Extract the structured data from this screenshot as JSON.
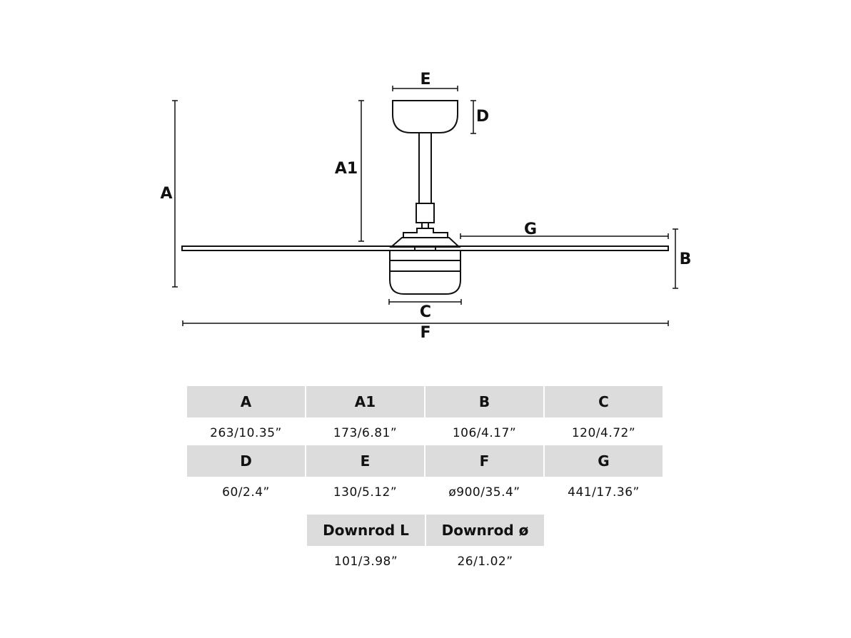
{
  "diagram": {
    "labels": {
      "A": "A",
      "A1": "A1",
      "B": "B",
      "C": "C",
      "D": "D",
      "E": "E",
      "F": "F",
      "G": "G"
    }
  },
  "table": {
    "rows": [
      [
        {
          "h": "A",
          "v": "263/10.35”"
        },
        {
          "h": "A1",
          "v": "173/6.81”"
        },
        {
          "h": "B",
          "v": "106/4.17”"
        },
        {
          "h": "C",
          "v": "120/4.72”"
        }
      ],
      [
        {
          "h": "D",
          "v": "60/2.4”"
        },
        {
          "h": "E",
          "v": "130/5.12”"
        },
        {
          "h": "F",
          "v": "ø900/35.4”"
        },
        {
          "h": "G",
          "v": "441/17.36”"
        }
      ],
      [
        {
          "h": "Downrod L",
          "v": "101/3.98”"
        },
        {
          "h": "Downrod ø",
          "v": "26/1.02”"
        }
      ]
    ]
  }
}
